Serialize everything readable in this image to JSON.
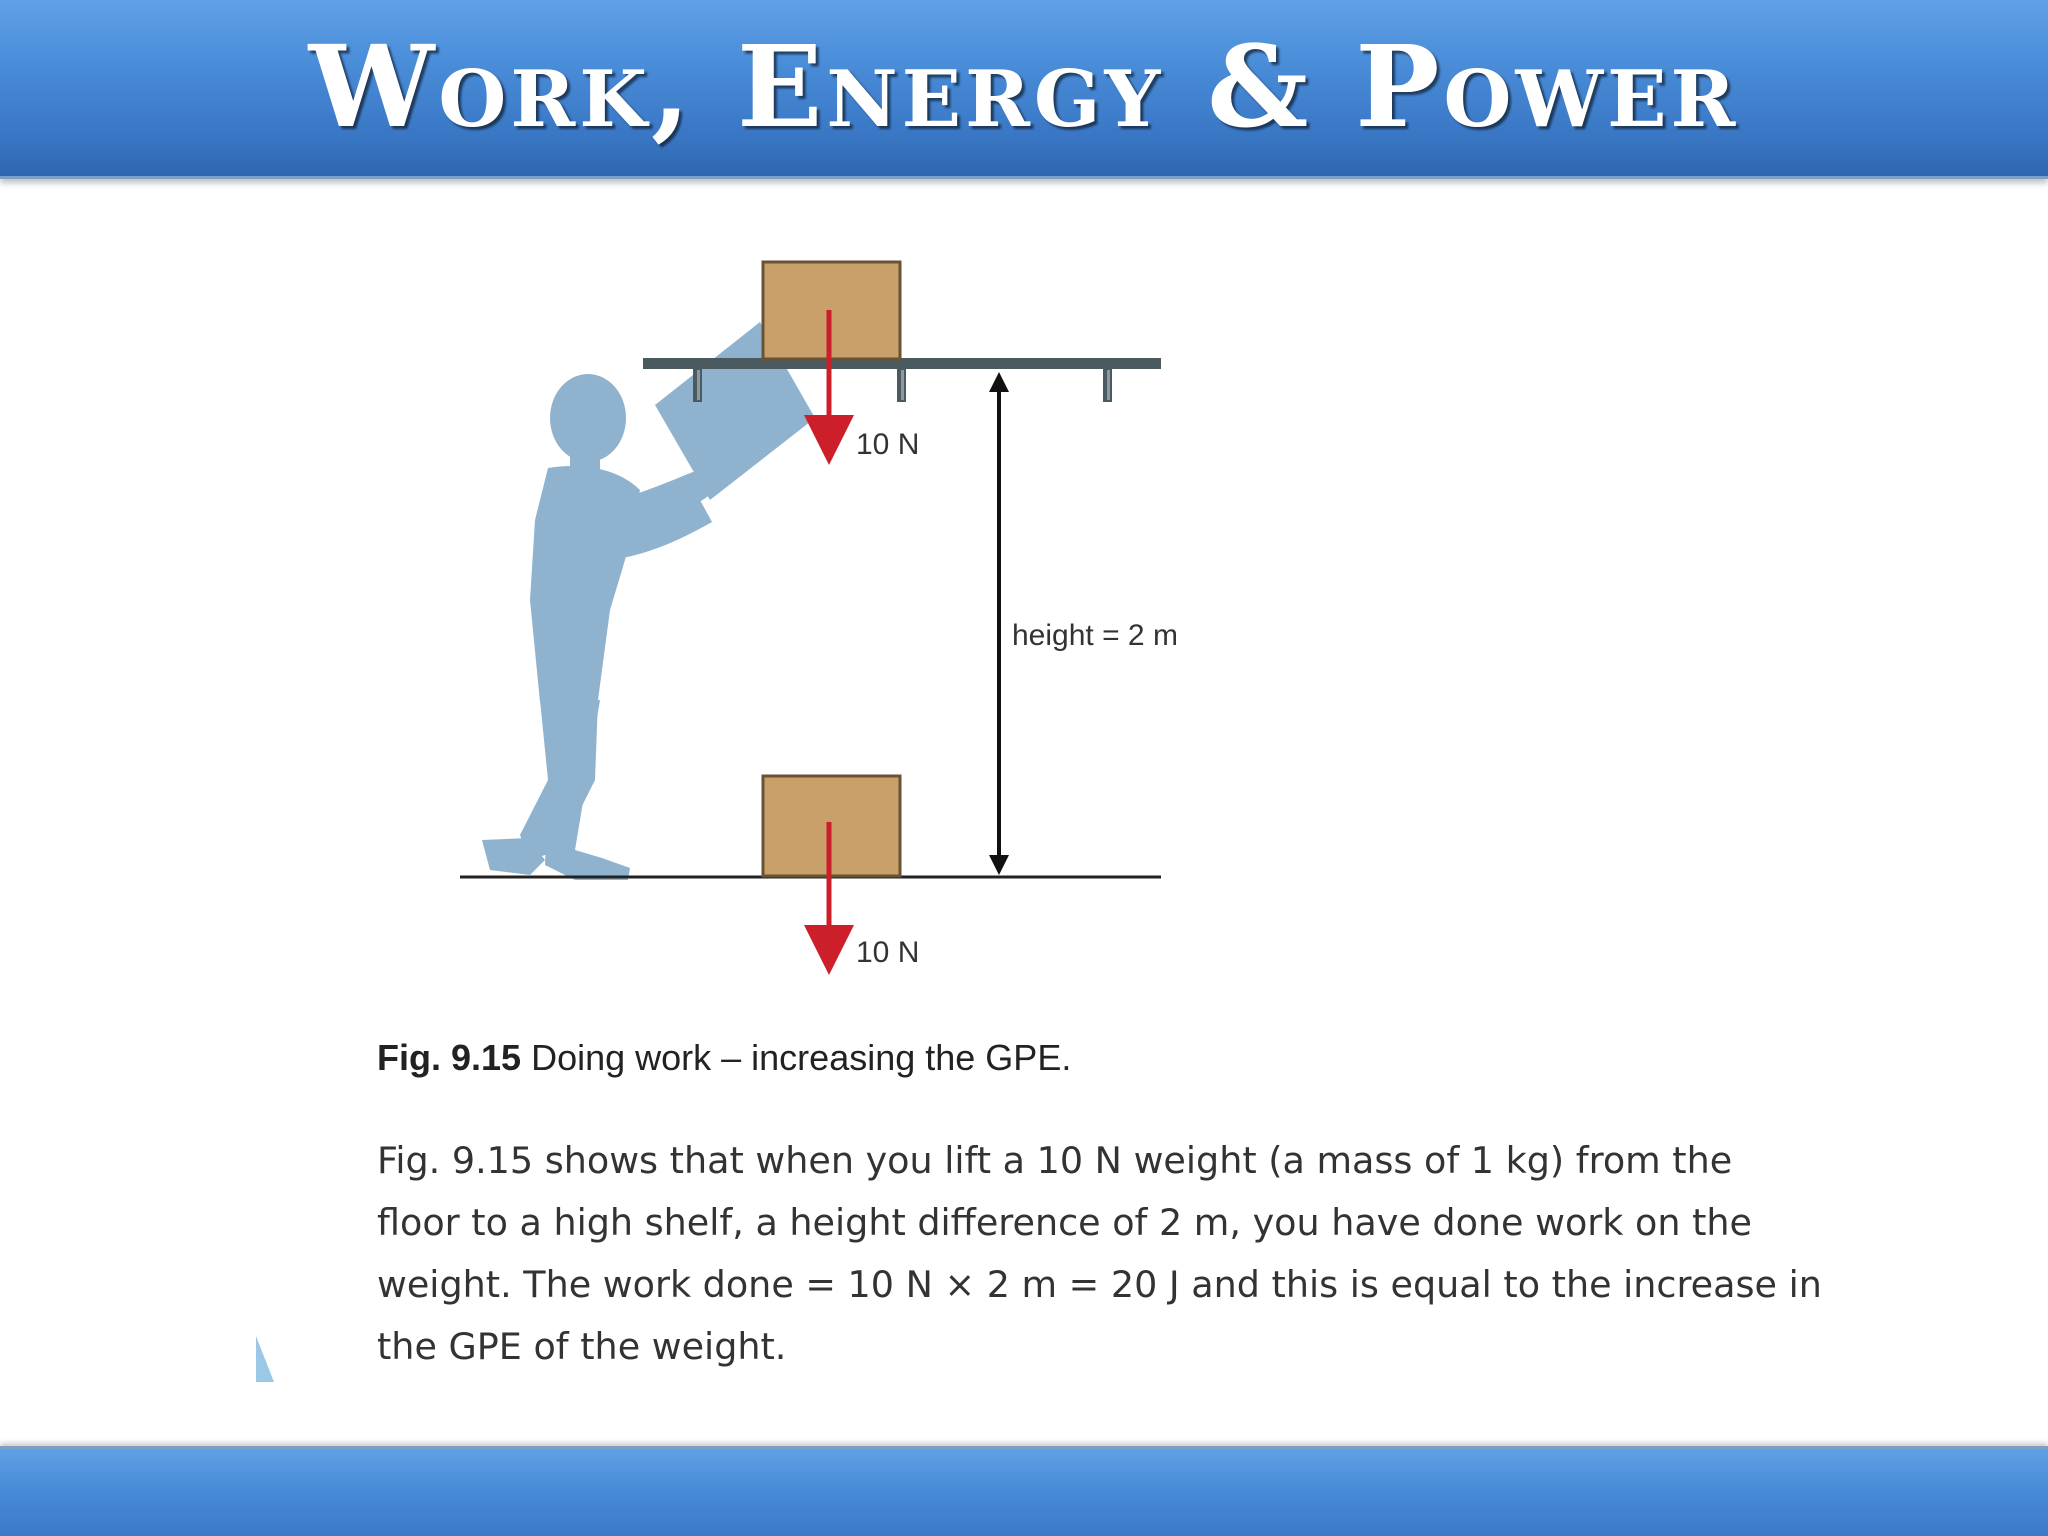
{
  "slide": {
    "title": "Work, Energy & Power"
  },
  "figure": {
    "force_top_label": "10 N",
    "force_bottom_label": "10 N",
    "height_label": "height = 2 m",
    "caption_number": "Fig. 9.15",
    "caption_text": " Doing work – increasing the GPE."
  },
  "body": {
    "lines": [
      "Fig. 9.15 shows that when you lift a 10 N weight (a mass of 1 kg) from the",
      "floor to a high shelf, a height difference of 2 m, you have done work on the",
      "weight. The work done = 10 N × 2 m = 20 J and this is equal to the increase in",
      "the GPE of the weight."
    ]
  },
  "colors": {
    "banner": "#4a8dd9",
    "person_silhouette": "#8fb3cf",
    "box_fill": "#c9a06a",
    "force_arrow": "#cc1f2a",
    "shelf": "#4a5a5f"
  }
}
